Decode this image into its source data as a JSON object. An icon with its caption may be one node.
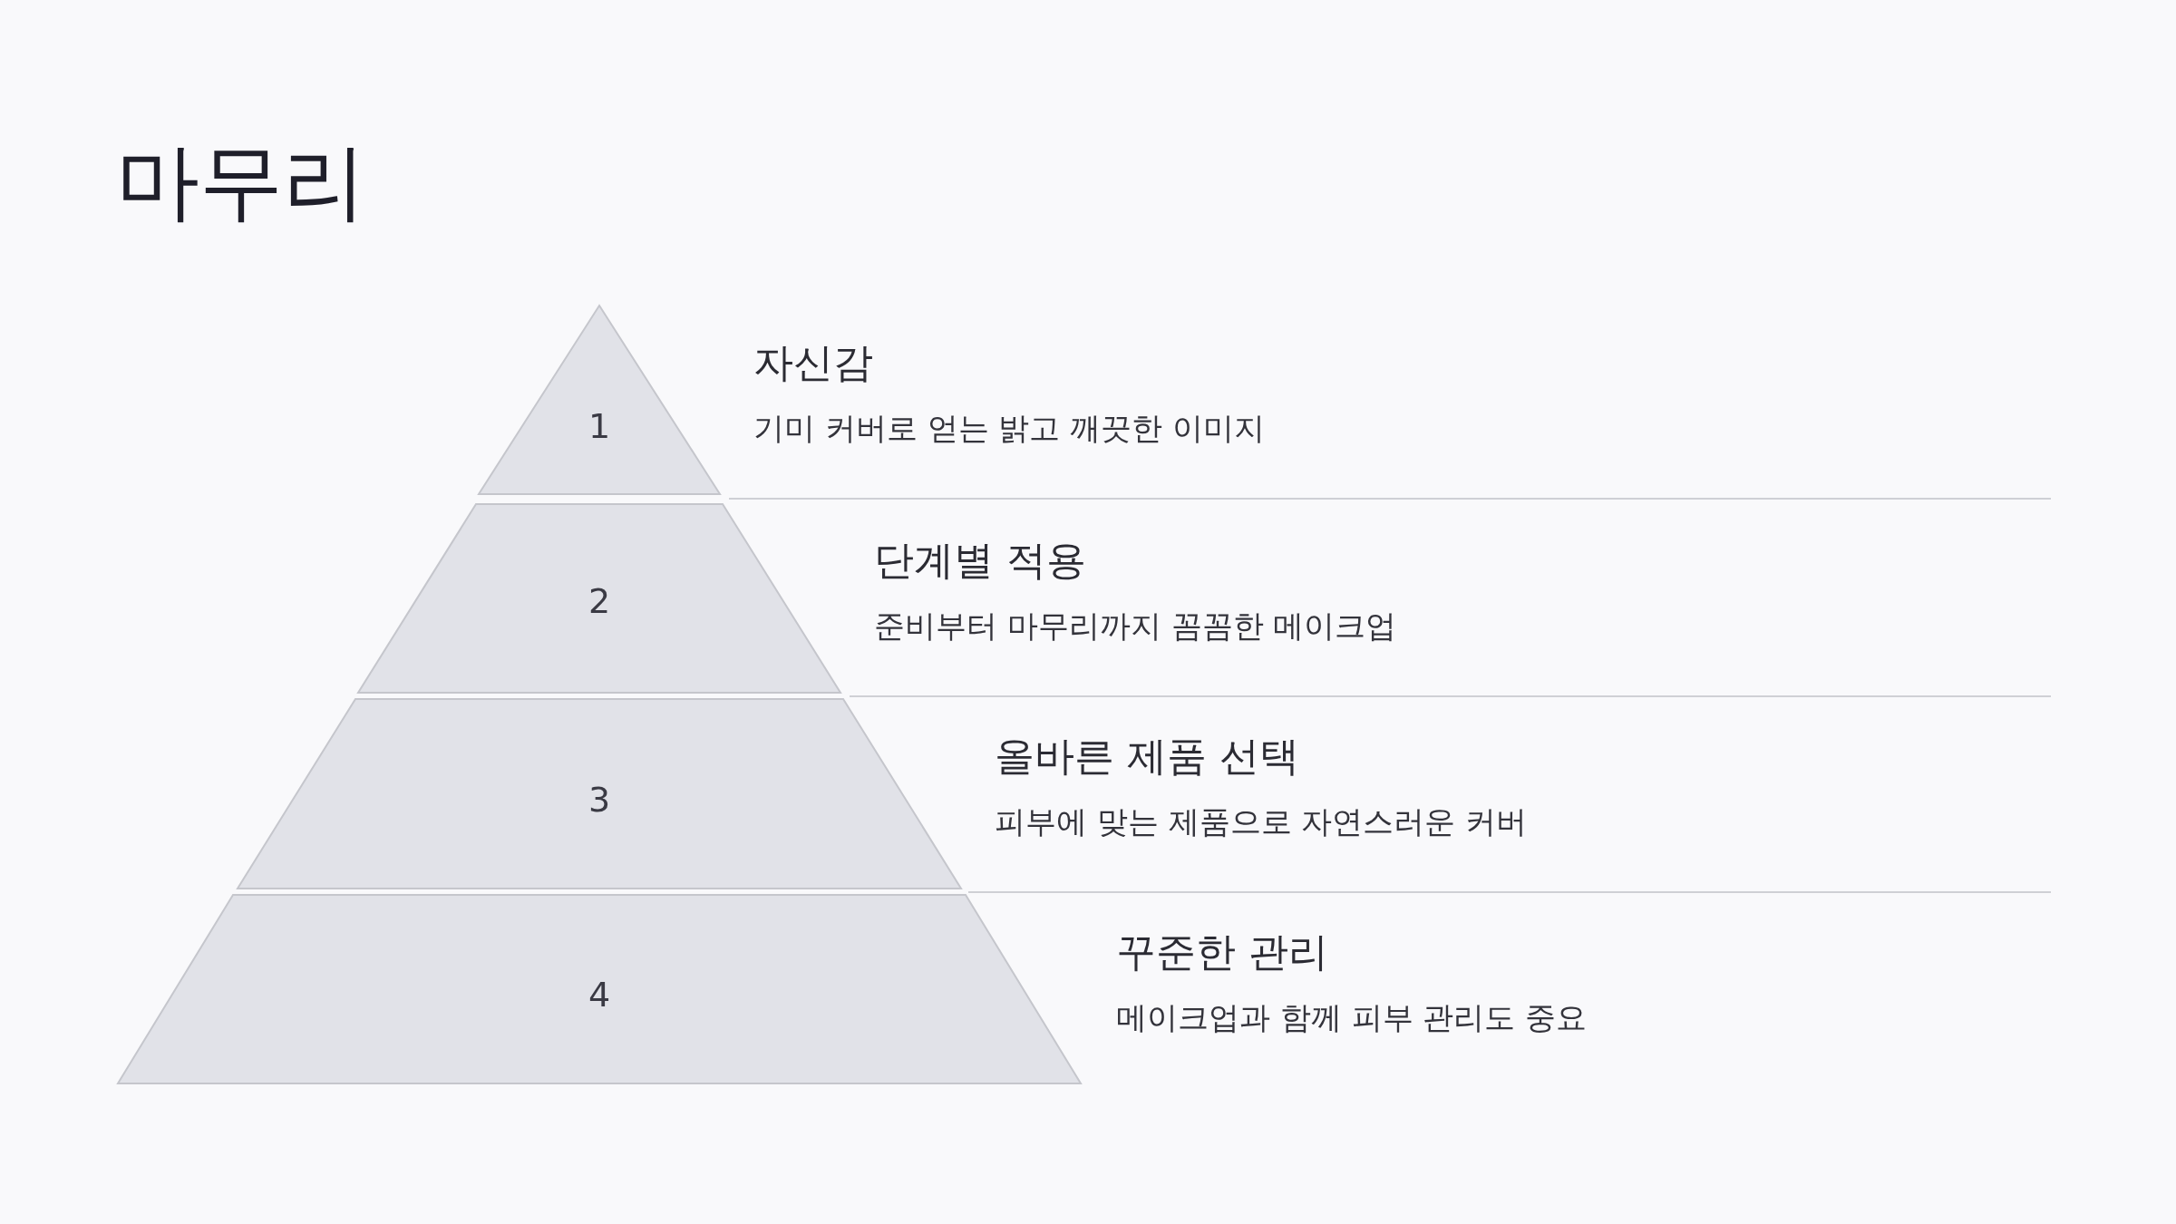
{
  "diagram": {
    "title": "마무리",
    "nodes": [
      {
        "text": [
          "1"
        ],
        "beside": [
          "자신감",
          "기미 커버로 얻는 밝고 깨끗한 이미지"
        ]
      },
      {
        "text": [
          "2"
        ],
        "beside": [
          "단계별 적용",
          "준비부터 마무리까지 꼼꼼한 메이크업"
        ]
      },
      {
        "text": [
          "3"
        ],
        "beside": [
          "올바른 제품 선택",
          "피부에 맞는 제품으로 자연스러운 커버"
        ]
      },
      {
        "text": [
          "4"
        ],
        "beside": [
          "꾸준한 관리",
          "메이크업과 함께 피부 관리도 중요"
        ]
      }
    ],
    "edges": []
  }
}
